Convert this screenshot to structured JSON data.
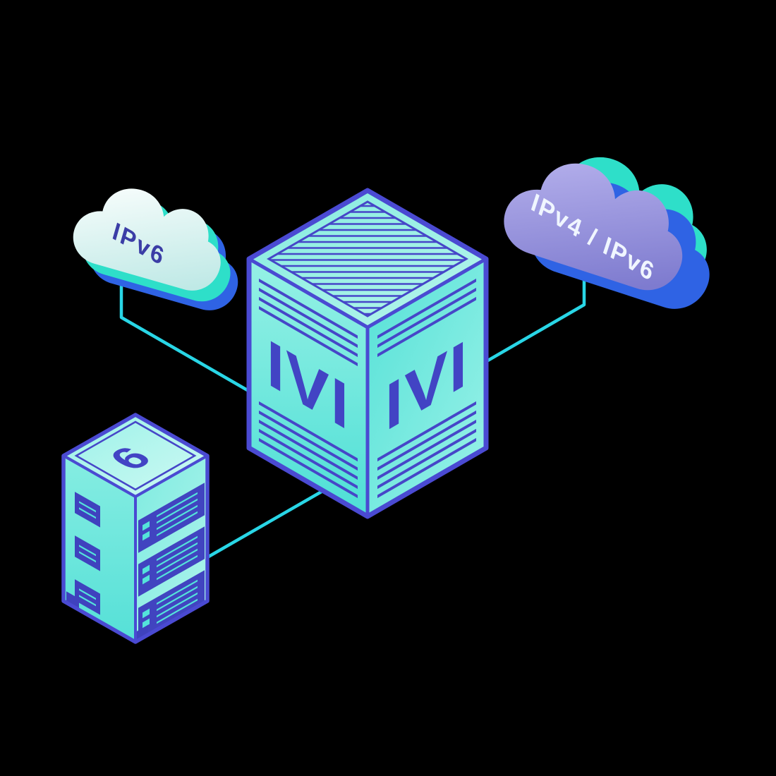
{
  "nodes": {
    "ipv6_cloud": {
      "label": "IPv6"
    },
    "dual_stack_cloud": {
      "label": "IPv4 / IPv6"
    },
    "ivi_gateway": {
      "label_left": "IVI",
      "label_right": "IVI"
    },
    "ipv6_server": {
      "label": "6"
    }
  },
  "colors": {
    "background": "#000000",
    "link_teal": "#29D6E6",
    "outline_indigo": "#4A4AD2",
    "detail_indigo": "#4646C8",
    "teal_extrusion": "#2EDFC9",
    "blue_extrusion": "#2F63E4",
    "cloud_left_fill": "#D8F2EF",
    "cloud_right_fill": "#9B97DF",
    "box_teal": "#6FE7DC",
    "cloud_left_text": "#3B3DA6",
    "cloud_right_text": "#F0F6FF"
  }
}
